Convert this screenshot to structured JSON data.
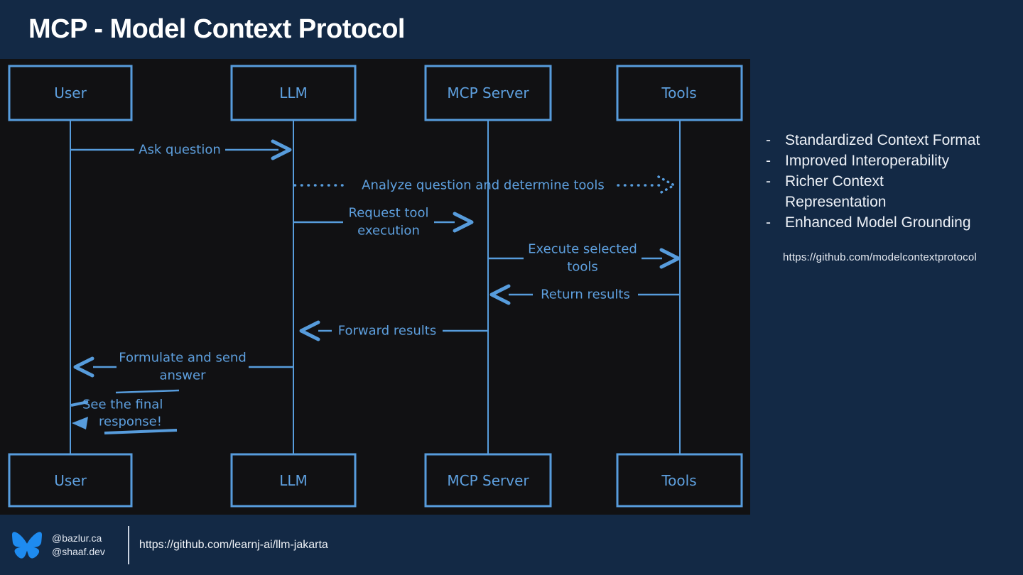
{
  "header": {
    "title": "MCP - Model Context Protocol"
  },
  "diagram": {
    "actors": [
      "User",
      "LLM",
      "MCP Server",
      "Tools"
    ],
    "messages": {
      "ask": "Ask question",
      "analyze": "Analyze question and determine tools",
      "request": [
        "Request tool",
        "execution"
      ],
      "execute": [
        "Execute selected",
        "tools"
      ],
      "return": "Return results",
      "forward": "Forward results",
      "formulate": [
        "Formulate and send",
        "answer"
      ],
      "final": [
        "See the final",
        "response!"
      ]
    }
  },
  "sidebar": {
    "bullets": [
      {
        "marker": "-",
        "text": "Standardized Context Format"
      },
      {
        "marker": "-",
        "text": "Improved Interoperability"
      },
      {
        "marker": "-",
        "text": "Richer Context Representation"
      },
      {
        "marker": "-",
        "text": "Enhanced Model Grounding"
      }
    ],
    "link": "https://github.com/modelcontextprotocol"
  },
  "footer": {
    "handles": [
      "@bazlur.ca",
      "@shaaf.dev"
    ],
    "link": "https://github.com/learnj-ai/llm-jakarta"
  },
  "colors": {
    "navy_background": "#132945",
    "diagram_background": "#111113",
    "diagram_accent": "#579CDC",
    "bluesky_blue": "#1E8BF0",
    "title_text": "#FFFFFF"
  }
}
